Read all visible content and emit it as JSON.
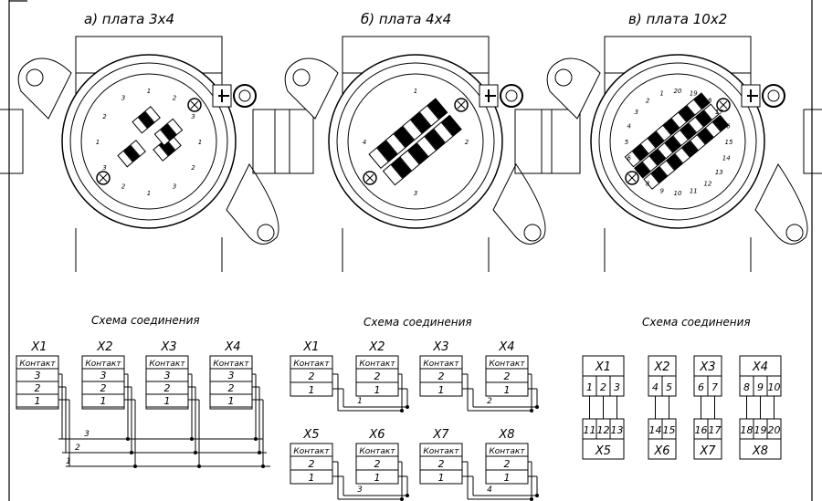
{
  "panels": [
    {
      "title": "а) плата 3х4"
    },
    {
      "title": "б) плата 4х4"
    },
    {
      "title": "в) плата 10х2"
    }
  ],
  "scheme_title": "Схема соединения",
  "contact_label": "Контакт",
  "board_3x4": {
    "blocks": [
      "X1",
      "X2",
      "X3",
      "X4"
    ],
    "rows": [
      "3",
      "2",
      "1"
    ],
    "bus_labels": [
      "3",
      "2",
      "1"
    ]
  },
  "board_4x4": {
    "top_blocks": [
      "X1",
      "X2",
      "X3",
      "X4"
    ],
    "bottom_blocks": [
      "X5",
      "X6",
      "X7",
      "X8"
    ],
    "rows": [
      "2",
      "1"
    ],
    "pair_labels_top": [
      "1",
      "2"
    ],
    "pair_labels_bottom": [
      "3",
      "4"
    ]
  },
  "board_10x2": {
    "top_blocks": [
      {
        "name": "X1",
        "pins": [
          "1",
          "2",
          "3"
        ]
      },
      {
        "name": "X2",
        "pins": [
          "4",
          "5"
        ]
      },
      {
        "name": "X3",
        "pins": [
          "6",
          "7"
        ]
      },
      {
        "name": "X4",
        "pins": [
          "8",
          "9",
          "10"
        ]
      }
    ],
    "bottom_blocks": [
      {
        "name": "X5",
        "pins": [
          "11",
          "12",
          "13"
        ]
      },
      {
        "name": "X6",
        "pins": [
          "14",
          "15"
        ]
      },
      {
        "name": "X7",
        "pins": [
          "16",
          "17"
        ]
      },
      {
        "name": "X8",
        "pins": [
          "18",
          "19",
          "20"
        ]
      }
    ]
  },
  "board_labels": {
    "a": [
      "1",
      "2",
      "3",
      "1",
      "2",
      "3",
      "1",
      "2",
      "3",
      "1",
      "2",
      "3"
    ],
    "b": [
      "1",
      "2",
      "3",
      "4"
    ],
    "c": [
      "20",
      "19",
      "18",
      "17",
      "16",
      "15",
      "14",
      "13",
      "12",
      "11",
      "10",
      "9",
      "8",
      "7",
      "6",
      "5",
      "4",
      "3",
      "2",
      "1"
    ]
  }
}
